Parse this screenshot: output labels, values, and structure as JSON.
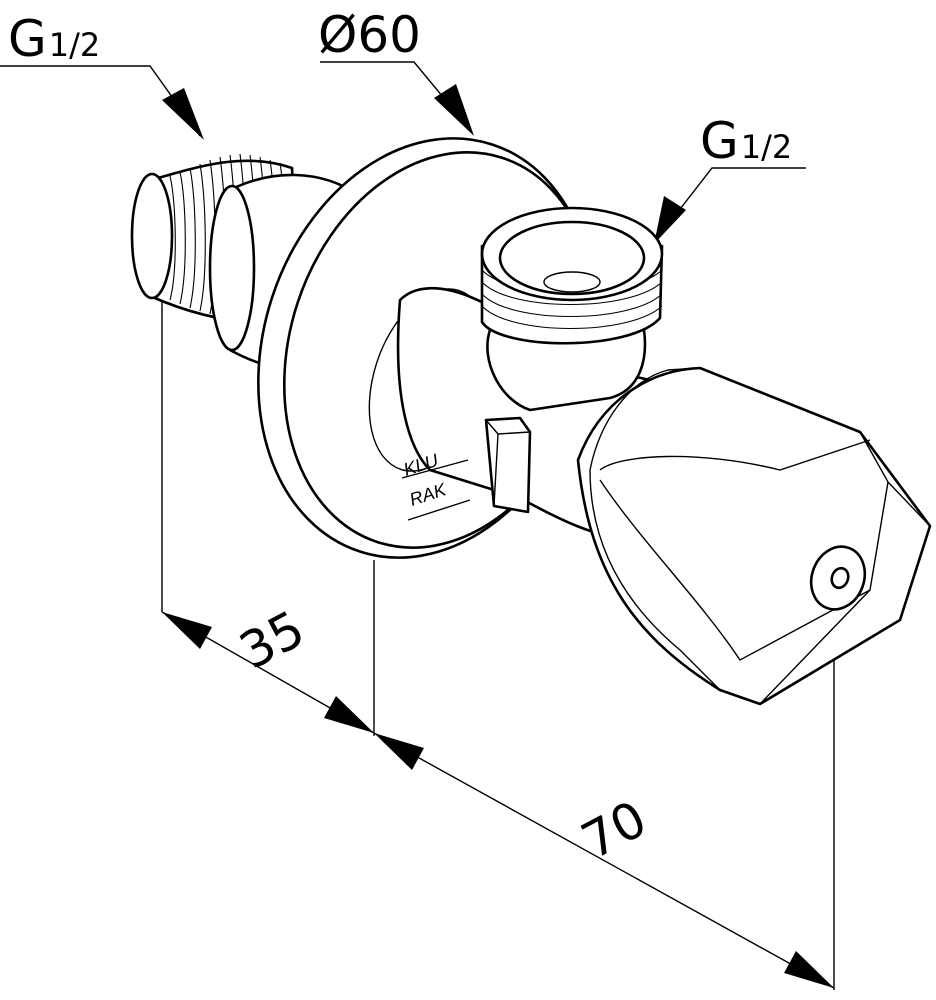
{
  "labels": {
    "thread_left": {
      "main": "G",
      "sub": "1/2"
    },
    "flange_diameter": "Ø60",
    "thread_outlet": {
      "main": "G",
      "sub": "1/2"
    },
    "dim_short": "35",
    "dim_long": "70"
  },
  "logo": {
    "line1": "KLU",
    "line2": "RAK"
  },
  "colors": {
    "line": "#000000",
    "background": "#ffffff"
  }
}
